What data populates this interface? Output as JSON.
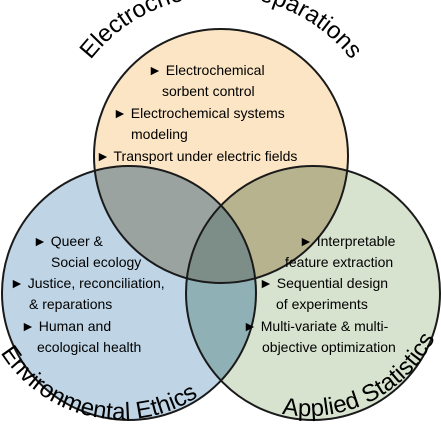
{
  "diagram": {
    "circles": [
      {
        "id": "top",
        "title": "Electrochemical separations",
        "fill": "#fbe5c4",
        "items": [
          [
            "► Electrochemical",
            "sorbent control"
          ],
          [
            "► Electrochemical systems",
            "modeling"
          ],
          [
            "► Transport under electric fields"
          ]
        ]
      },
      {
        "id": "left",
        "title": "Environmental Ethics",
        "fill": "#bfd5e6",
        "items": [
          [
            "► Queer &",
            "Social ecology"
          ],
          [
            "► Justice, reconciliation,",
            "& reparations"
          ],
          [
            "► Human and",
            "ecological health"
          ]
        ]
      },
      {
        "id": "right",
        "title": "Applied Statistics",
        "fill": "#d7e3cf",
        "items": [
          [
            "► Interpretable",
            "feature extraction"
          ],
          [
            "► Sequential design",
            "of experiments"
          ],
          [
            "► Multi-variate & multi-",
            "objective optimization"
          ]
        ]
      }
    ],
    "colors": {
      "outline": "#1a1a1a",
      "overlap_top_left": "#9aa3a0",
      "overlap_top_right": "#b7b38e",
      "overlap_left_right": "#8fb0b4",
      "overlap_center": "#7d8e89"
    }
  }
}
